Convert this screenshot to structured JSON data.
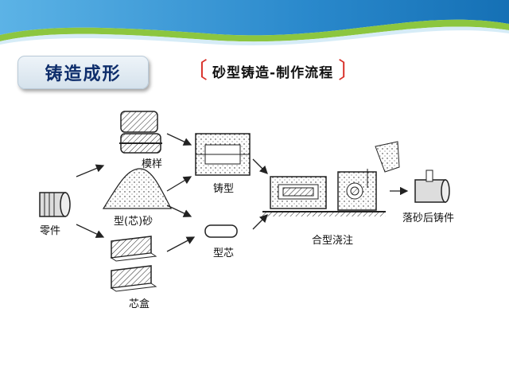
{
  "header": {
    "title": "铸造成形",
    "subtitle": "砂型铸造-制作流程",
    "bracket_left": "〔",
    "bracket_right": "〕",
    "accent_color": "#1a7fc4",
    "bracket_color": "#d9322b"
  },
  "diagram": {
    "labels": {
      "part": "零件",
      "pattern": "模样",
      "sand": "型(芯)砂",
      "core_box": "芯盒",
      "mold": "铸型",
      "core": "型芯",
      "assembly_pour": "合型浇注",
      "casting": "落砂后铸件"
    }
  }
}
